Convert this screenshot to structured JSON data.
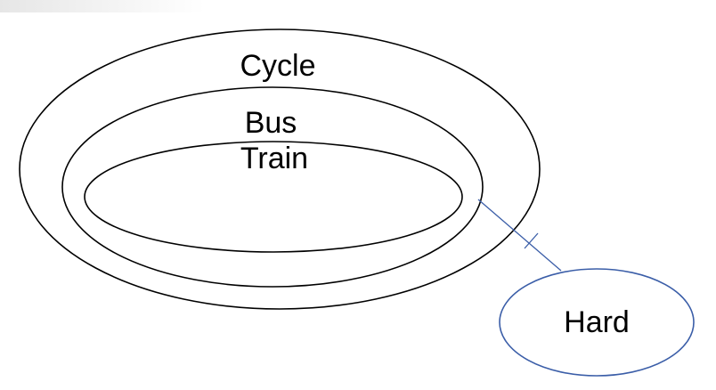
{
  "diagram": {
    "sets": [
      {
        "label": "Cycle"
      },
      {
        "label": "Bus"
      },
      {
        "label": "Train"
      },
      {
        "label": "Hard"
      }
    ],
    "colors": {
      "outline": "#000000",
      "accent": "#3b5ea8"
    }
  }
}
